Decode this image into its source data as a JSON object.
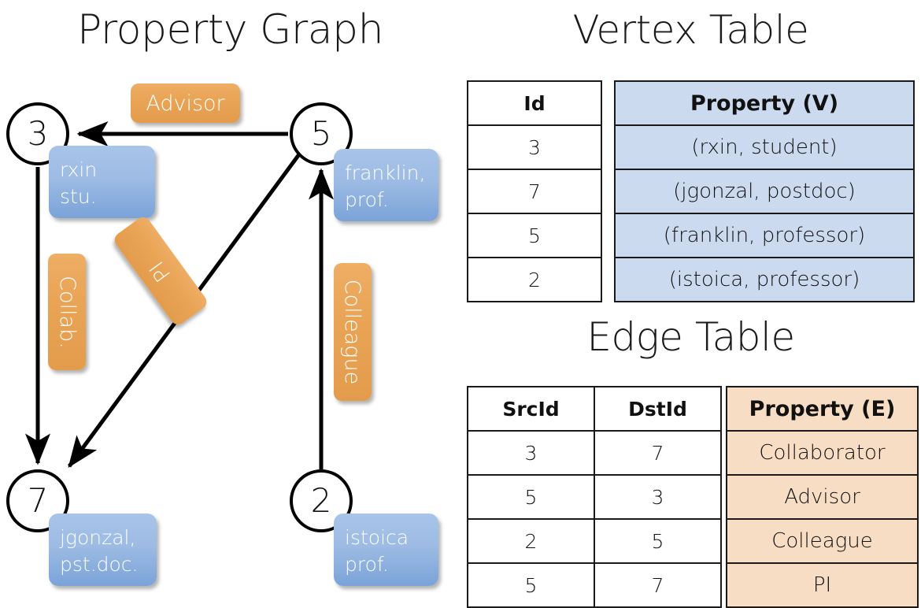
{
  "titles": {
    "property_graph": "Property Graph",
    "vertex_table": "Vertex Table",
    "edge_table": "Edge Table"
  },
  "graph": {
    "nodes": [
      {
        "id": "3",
        "property": "rxin\nstu."
      },
      {
        "id": "5",
        "property": "franklin,\nprof."
      },
      {
        "id": "7",
        "property": "jgonzal,\npst.doc."
      },
      {
        "id": "2",
        "property": "istoica\nprof."
      }
    ],
    "node_labels": {
      "n3": "3",
      "n5": "5",
      "n7": "7",
      "n2": "2"
    },
    "property_boxes": {
      "rxin_line1": "rxin",
      "rxin_line2": "stu.",
      "franklin_line1": "franklin,",
      "franklin_line2": "prof.",
      "jgonzal_line1": "jgonzal,",
      "jgonzal_line2": "pst.doc.",
      "istoica_line1": "istoica",
      "istoica_line2": "prof."
    },
    "edge_labels": {
      "advisor": "Advisor",
      "collab": "Collab.",
      "pi": "PI",
      "colleague": "Colleague"
    },
    "edges": [
      {
        "src": "3",
        "dst": "7",
        "label": "Collab."
      },
      {
        "src": "5",
        "dst": "3",
        "label": "Advisor"
      },
      {
        "src": "2",
        "dst": "5",
        "label": "Colleague"
      },
      {
        "src": "5",
        "dst": "7",
        "label": "PI"
      }
    ]
  },
  "vertex_table": {
    "headers": {
      "id": "Id",
      "property": "Property (V)"
    },
    "rows": [
      {
        "id": "3",
        "property": "(rxin, student)"
      },
      {
        "id": "7",
        "property": "(jgonzal, postdoc)"
      },
      {
        "id": "5",
        "property": "(franklin, professor)"
      },
      {
        "id": "2",
        "property": "(istoica, professor)"
      }
    ]
  },
  "edge_table": {
    "headers": {
      "src": "SrcId",
      "dst": "DstId",
      "property": "Property (E)"
    },
    "rows": [
      {
        "src": "3",
        "dst": "7",
        "property": "Collaborator"
      },
      {
        "src": "5",
        "dst": "3",
        "property": "Advisor"
      },
      {
        "src": "2",
        "dst": "5",
        "property": "Colleague"
      },
      {
        "src": "5",
        "dst": "7",
        "property": "PI"
      }
    ]
  },
  "colors": {
    "vertex_property_fill": "#ccdaef",
    "edge_property_fill": "#f7ddc4",
    "node_box_blue": "#8fb2e0",
    "edge_label_orange": "#e9a456",
    "stroke": "#1a1a1a"
  }
}
